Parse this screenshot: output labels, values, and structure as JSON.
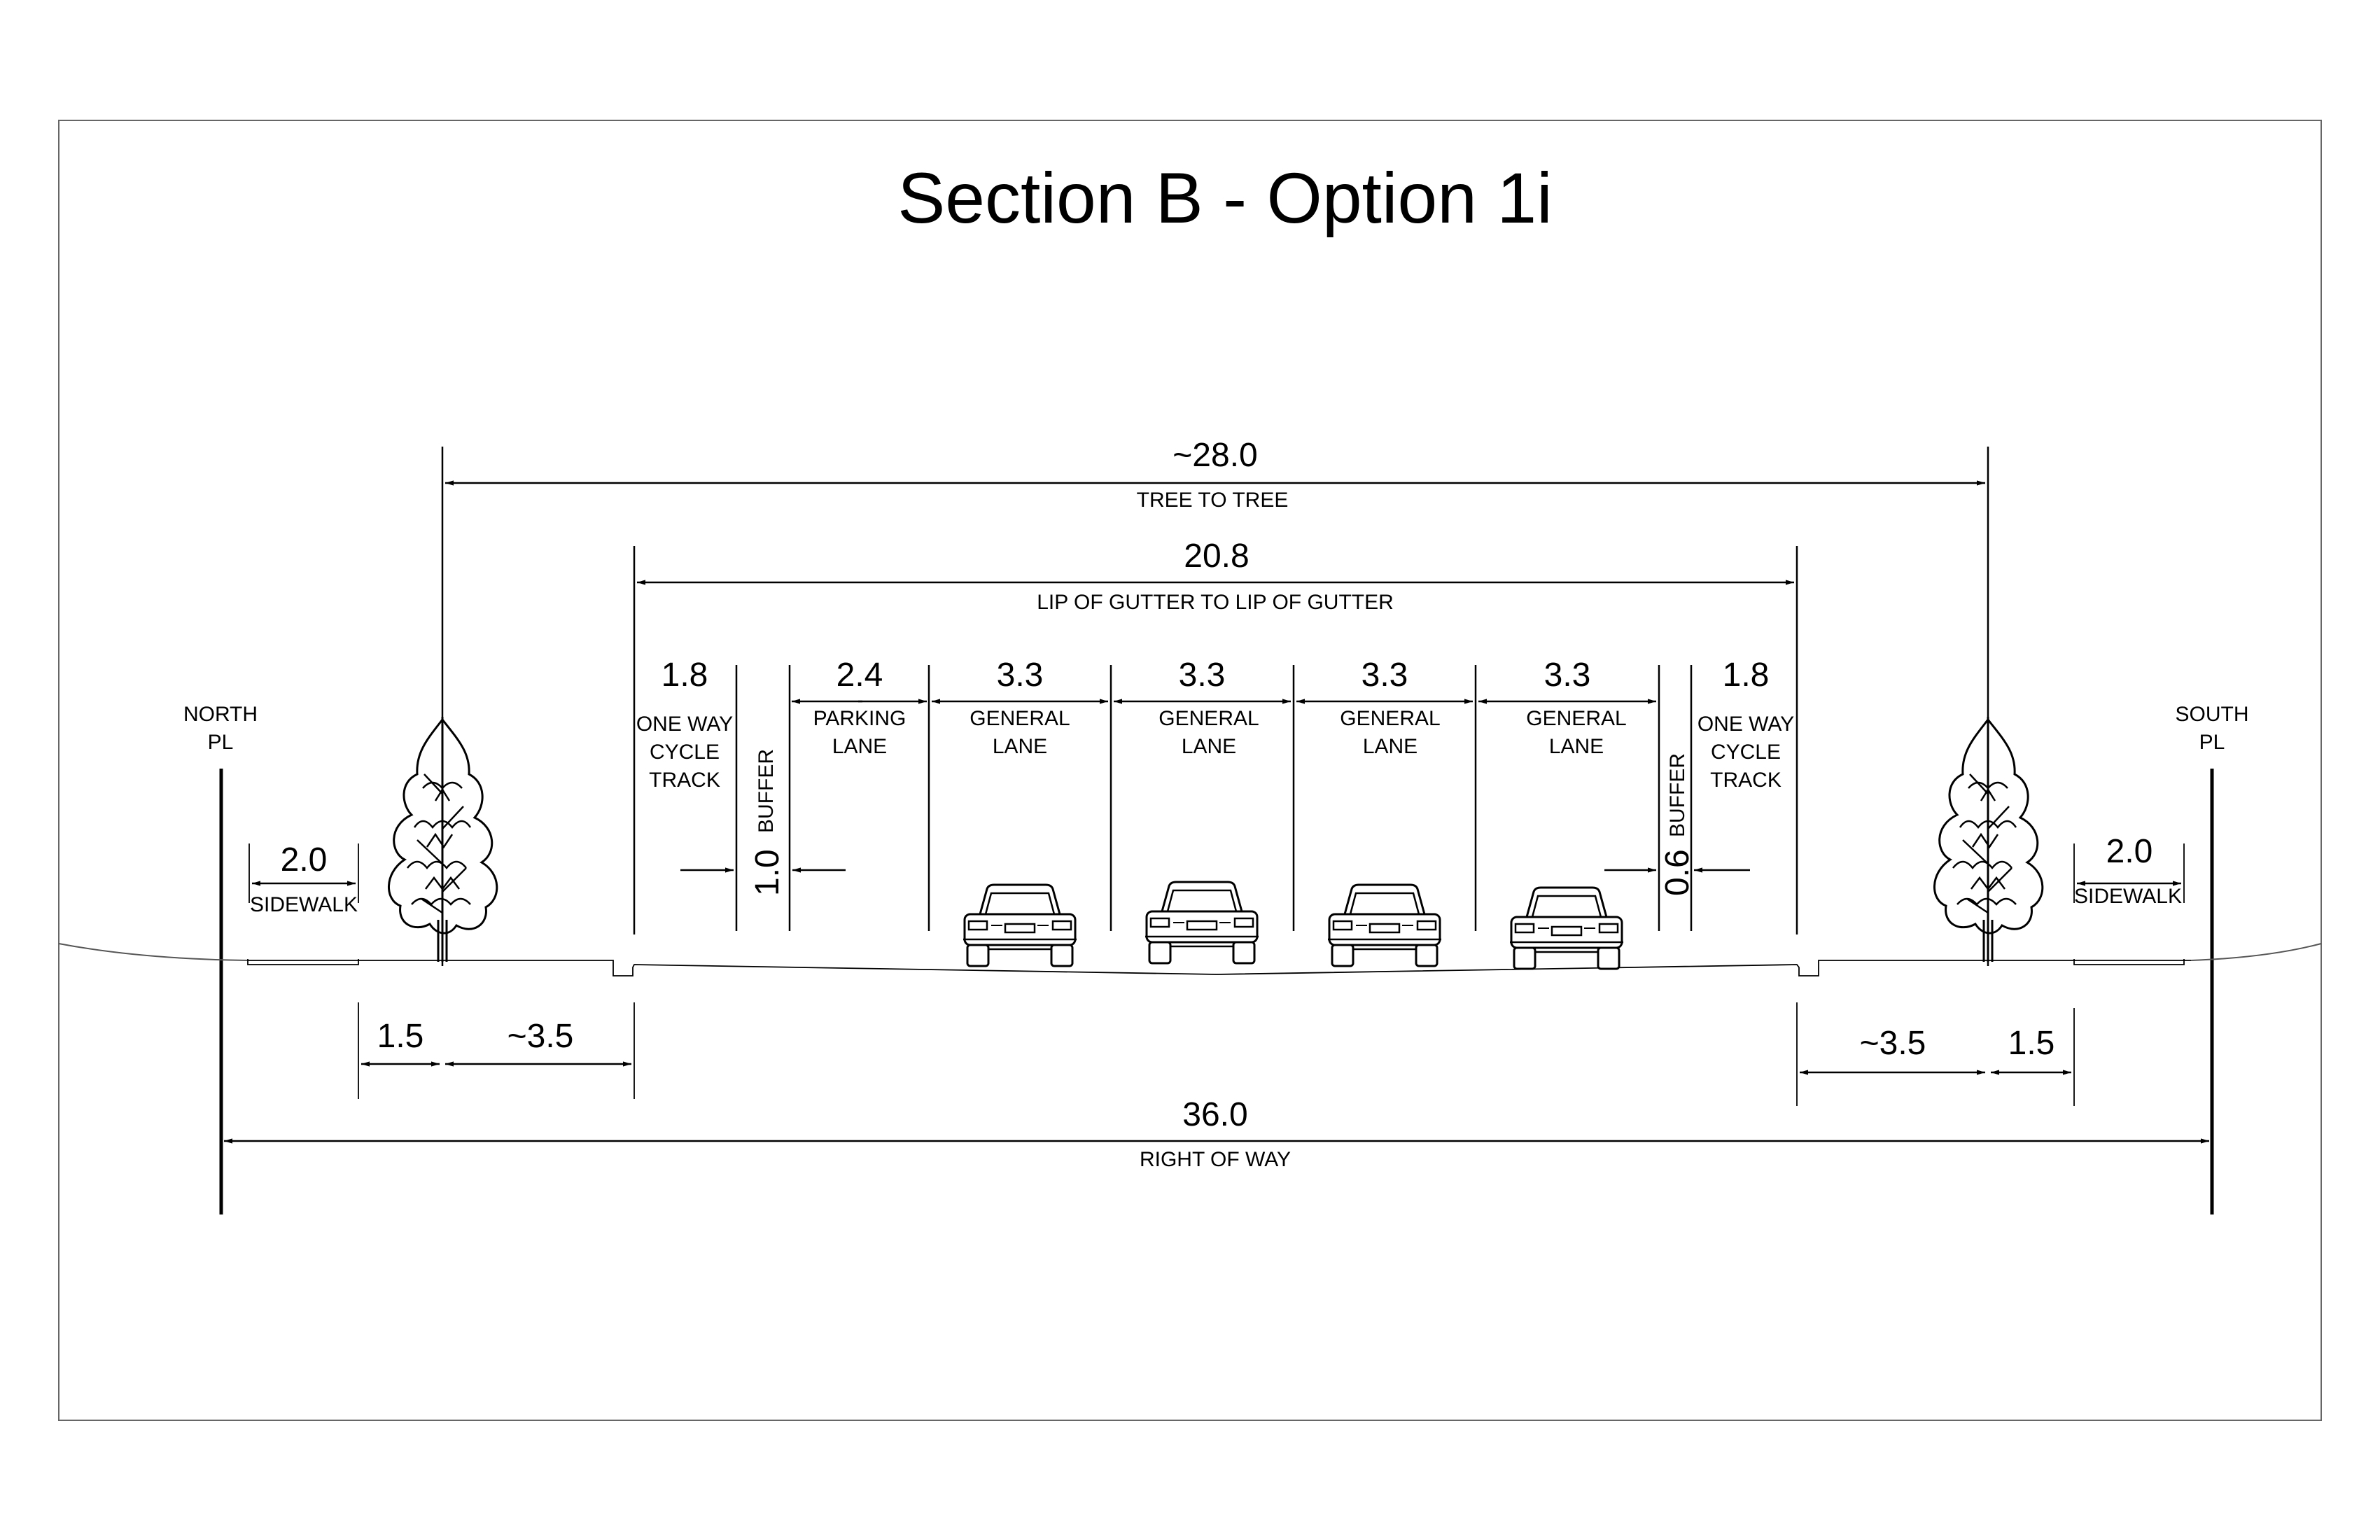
{
  "title": "Section B - Option 1i",
  "property_lines": {
    "north": [
      "NORTH",
      "PL"
    ],
    "south": [
      "SOUTH",
      "PL"
    ]
  },
  "dimensions": {
    "tree_to_tree": {
      "value": "~28.0",
      "label": "TREE TO TREE"
    },
    "gutter": {
      "value": "20.8",
      "label": "LIP OF GUTTER TO LIP OF GUTTER"
    },
    "right_of_way": {
      "value": "36.0",
      "label": "RIGHT OF WAY"
    },
    "north_sidewalk": {
      "value": "2.0",
      "label": "SIDEWALK"
    },
    "south_sidewalk": {
      "value": "2.0",
      "label": "SIDEWALK"
    },
    "north_tree_offset": "1.5",
    "north_boulevard": "~3.5",
    "south_boulevard": "~3.5",
    "south_tree_offset": "1.5"
  },
  "lanes": [
    {
      "value": "1.8",
      "lines": [
        "ONE WAY",
        "CYCLE",
        "TRACK"
      ]
    },
    {
      "value": "1.0",
      "lines": [
        "BUFFER"
      ]
    },
    {
      "value": "2.4",
      "lines": [
        "PARKING",
        "LANE"
      ]
    },
    {
      "value": "3.3",
      "lines": [
        "GENERAL",
        "LANE"
      ]
    },
    {
      "value": "3.3",
      "lines": [
        "GENERAL",
        "LANE"
      ]
    },
    {
      "value": "3.3",
      "lines": [
        "GENERAL",
        "LANE"
      ]
    },
    {
      "value": "3.3",
      "lines": [
        "GENERAL",
        "LANE"
      ]
    },
    {
      "value": "0.6",
      "lines": [
        "BUFFER"
      ]
    },
    {
      "value": "1.8",
      "lines": [
        "ONE WAY",
        "CYCLE",
        "TRACK"
      ]
    }
  ],
  "icons": [
    "tree-icon",
    "car-icon"
  ]
}
